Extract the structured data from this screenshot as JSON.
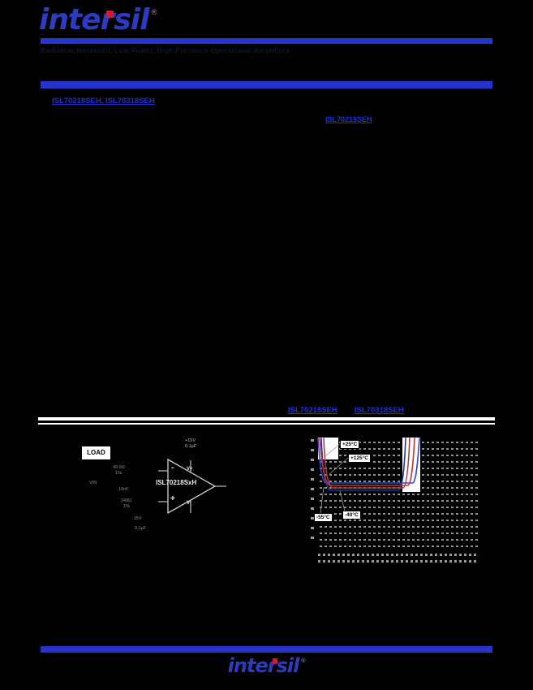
{
  "page": {
    "background": "#000000",
    "accent_bar_color": "#2535cc"
  },
  "brand": {
    "name": "intersil",
    "registered": "®",
    "logo_color": "#2d3cbf",
    "dot_color": "#e8112d"
  },
  "header": {
    "tagline": "Radiation Hardened, Low Power, High Precision Operational Amplifiers",
    "parts_links": "ISL70218SEH, ISL70318SEH"
  },
  "body": {
    "inline_link": "ISL70218SEH"
  },
  "related": {
    "link1": "ISL70218SEH",
    "link2": "ISL70318SEH"
  },
  "figure": {
    "load": "LOAD",
    "opamp": "ISL70218SxH",
    "minus": "-",
    "plus": "+",
    "vplus": "V+",
    "vminus": "V-",
    "supply_top": "+15V",
    "supply_top2": "0.1µF",
    "labels": [
      {
        "text": "49.9Ω"
      },
      {
        "text": "1%"
      },
      {
        "text": "VIN"
      },
      {
        "text": "10nF"
      },
      {
        "text": "249Ω"
      },
      {
        "text": "1%"
      },
      {
        "text": "-15V"
      },
      {
        "text": "0.1µF"
      }
    ]
  },
  "chart": {
    "callouts": [
      {
        "label": "+25°C"
      },
      {
        "label": "+125°C"
      },
      {
        "label": "-55°C"
      },
      {
        "label": "-40°C"
      }
    ]
  },
  "chart_data": {
    "type": "line",
    "title": "",
    "xlabel": "",
    "ylabel": "",
    "legend_position": "callout boxes with leader lines",
    "series": [
      {
        "name": "+25°C",
        "color": "#c83232",
        "points_norm": [
          [
            0.02,
            1.0
          ],
          [
            0.08,
            0.57
          ],
          [
            0.57,
            0.57
          ],
          [
            0.61,
            1.0
          ]
        ]
      },
      {
        "name": "+125°C",
        "color": "#9c4040",
        "points_norm": [
          [
            0.04,
            1.0
          ],
          [
            0.1,
            0.54
          ],
          [
            0.54,
            0.54
          ],
          [
            0.58,
            1.0
          ]
        ]
      },
      {
        "name": "-55°C",
        "color": "#2d49c8",
        "points_norm": [
          [
            0.01,
            1.0
          ],
          [
            0.05,
            0.59
          ],
          [
            0.6,
            0.59
          ],
          [
            0.64,
            1.0
          ]
        ]
      },
      {
        "name": "-40°C",
        "color": "#1d3aa0",
        "points_norm": [
          [
            0.03,
            1.0
          ],
          [
            0.08,
            0.52
          ],
          [
            0.51,
            0.52
          ],
          [
            0.55,
            1.0
          ]
        ]
      }
    ]
  },
  "footer": {
    "brand": "intersil",
    "registered": "®"
  }
}
